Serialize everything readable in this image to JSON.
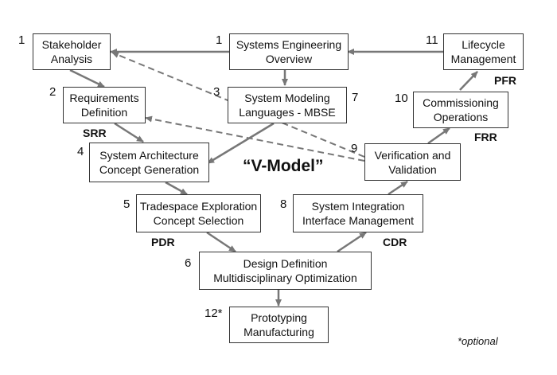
{
  "title": "“V-Model”",
  "footnote": "*optional",
  "boxes": [
    {
      "num": "1",
      "line1": "Stakeholder",
      "line2": "Analysis"
    },
    {
      "num": "1",
      "line1": "Systems Engineering",
      "line2": "Overview"
    },
    {
      "num": "11",
      "line1": "Lifecycle",
      "line2": "Management"
    },
    {
      "num": "2",
      "line1": "Requirements",
      "line2": "Definition"
    },
    {
      "num": "3",
      "num2": "7",
      "line1": "System Modeling",
      "line2": "Languages - MBSE"
    },
    {
      "num": "10",
      "line1": "Commissioning",
      "line2": "Operations"
    },
    {
      "num": "4",
      "line1": "System Architecture",
      "line2": "Concept Generation"
    },
    {
      "num": "9",
      "line1": "Verification and",
      "line2": "Validation"
    },
    {
      "num": "5",
      "line1": "Tradespace Exploration",
      "line2": "Concept Selection"
    },
    {
      "num": "8",
      "line1": "System Integration",
      "line2": "Interface Management"
    },
    {
      "num": "6",
      "line1": "Design Definition",
      "line2": "Multidisciplinary Optimization"
    },
    {
      "num": "12*",
      "line1": "Prototyping",
      "line2": "Manufacturing"
    }
  ],
  "reviews": {
    "srr": "SRR",
    "pdr": "PDR",
    "cdr": "CDR",
    "frr": "FRR",
    "pfr": "PFR"
  },
  "colors": {
    "arrow": "#777777",
    "border": "#333333",
    "dashed": "#777777"
  }
}
